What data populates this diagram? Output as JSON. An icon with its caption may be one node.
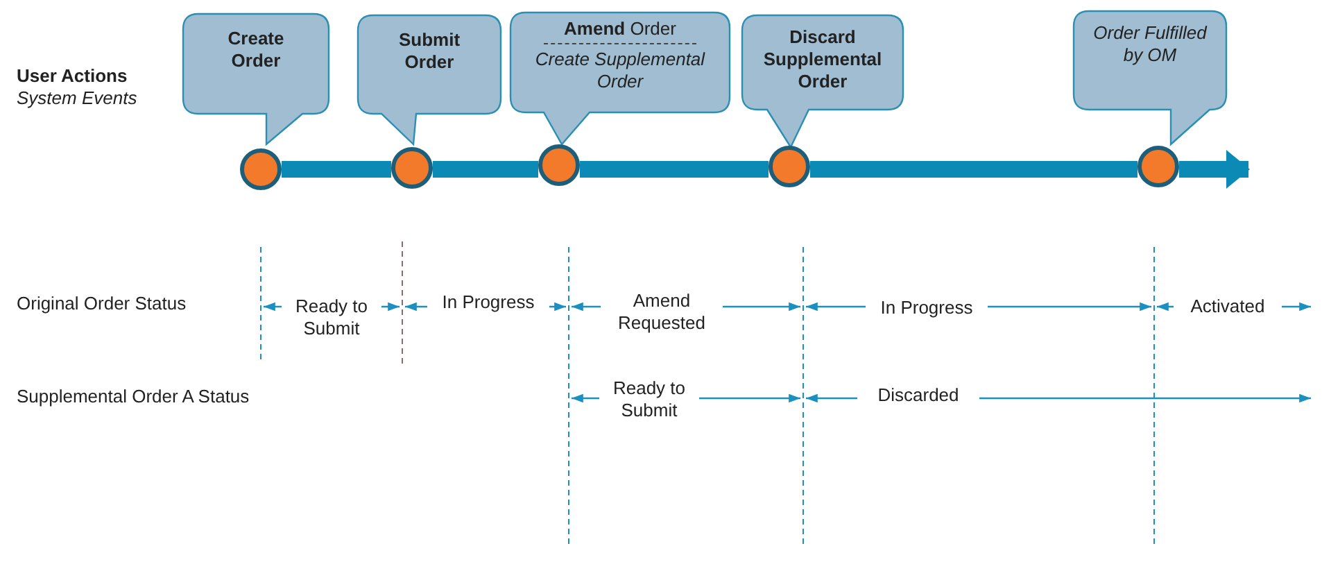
{
  "diagram": {
    "nodes": [
      {
        "text": [
          "Create Order"
        ]
      },
      {
        "text": [
          "Submit Order"
        ]
      },
      {
        "text": [
          "**Amend** Order",
          "Create Supplemental Order"
        ]
      },
      {
        "text": [
          "Discard Supplemental Order"
        ]
      },
      {
        "text": [
          "Order Fulfilled by OM"
        ]
      },
      {
        "text": [],
        "shape": "circle"
      },
      {
        "text": [],
        "shape": "circle"
      },
      {
        "text": [],
        "shape": "circle"
      },
      {
        "text": [],
        "shape": "circle"
      },
      {
        "text": [],
        "shape": "circle"
      }
    ],
    "edges": [
      {
        "from": 5,
        "to": 6,
        "arrow": "none"
      },
      {
        "from": 6,
        "to": 7,
        "arrow": "none"
      },
      {
        "from": 7,
        "to": 8,
        "arrow": "none"
      },
      {
        "from": 8,
        "to": 9,
        "arrow": "none"
      },
      {
        "from": 9,
        "to": null,
        "arrow": "to"
      }
    ],
    "labels": [
      "User Actions",
      "System Events",
      "Original Order Status",
      "Ready to Submit",
      "In Progress",
      "Amend Requested",
      "In Progress",
      "Activated",
      "Supplemental Order A Status",
      "Ready to Submit",
      "Discarded"
    ]
  }
}
